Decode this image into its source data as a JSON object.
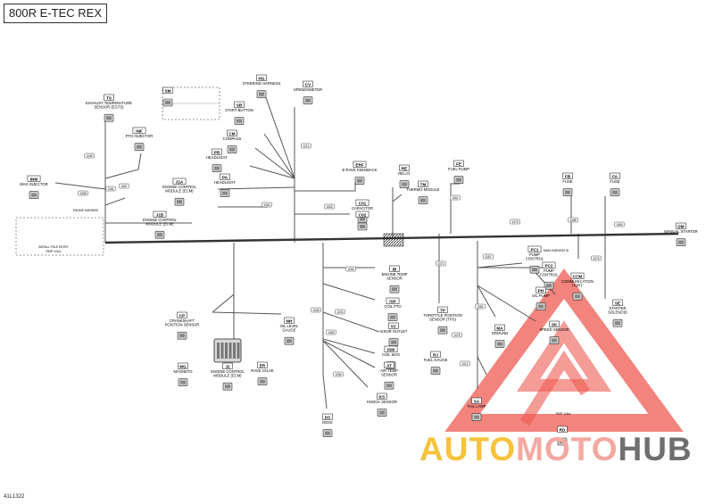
{
  "title": "800R E-TEC REX",
  "figure_number": "41L1322",
  "watermark": {
    "segments": [
      {
        "text": "AUTO",
        "color": "#f7c23c"
      },
      {
        "text": "MOTO",
        "color": "#f4a8a0"
      },
      {
        "text": "HUB",
        "color": "#6f6f6f"
      }
    ],
    "logo_color": "#ee5a52"
  },
  "components": [
    {
      "code": "HG",
      "label_lines": [
        "STEERING HARNESS"
      ]
    },
    {
      "code": "CV",
      "label_lines": [
        "SPEEDOMETER"
      ]
    },
    {
      "code": "SB",
      "label_lines": [
        "START BUTTON"
      ]
    },
    {
      "code": "SM",
      "label_lines": []
    },
    {
      "code": "TS",
      "label_lines": [
        "EXHAUST TEMPERATURE",
        "SENSOR (EGTS)"
      ]
    },
    {
      "code": "CM",
      "label_lines": [
        "COMPASS"
      ]
    },
    {
      "code": "INF",
      "label_lines": [
        "PTO INJECTOR"
      ]
    },
    {
      "code": "PB",
      "label_lines": [
        "HEADLIGHT"
      ]
    },
    {
      "code": "PA",
      "label_lines": [
        "HEADLIGHT"
      ]
    },
    {
      "code": "J1A",
      "label_lines": [
        "ENGINE CONTROL",
        "MODULE (ECM)"
      ]
    },
    {
      "code": "INM",
      "label_lines": [
        "MAG INJECTOR"
      ]
    },
    {
      "code": "J1B",
      "label_lines": [
        "ENGINE CONTROL",
        "MODULE (ECM)"
      ]
    },
    {
      "code": "ERF",
      "label_lines": [
        "E-RAVE FEEDBACK"
      ]
    },
    {
      "code": "RE",
      "label_lines": [
        "RELAY"
      ]
    },
    {
      "code": "TM",
      "label_lines": [
        "THERMO MODULE"
      ]
    },
    {
      "code": "FE",
      "label_lines": [
        "FUEL PUMP"
      ]
    },
    {
      "code": "FB",
      "label_lines": [
        "FUSE"
      ]
    },
    {
      "code": "FA",
      "label_lines": [
        "FUSE"
      ]
    },
    {
      "code": "DM",
      "label_lines": [
        "MANUAL STARTER"
      ]
    },
    {
      "code": "C01",
      "label_lines": [
        "CAPACITOR"
      ]
    },
    {
      "code": "C02",
      "label_lines": []
    },
    {
      "code": "PC1",
      "label_lines": [
        "PUMP",
        "CONTROL"
      ]
    },
    {
      "code": "PC2",
      "label_lines": [
        "PUMP",
        "CONTROL"
      ]
    },
    {
      "code": "CCM",
      "label_lines": [
        "COMMUNICATION",
        "PORT"
      ]
    },
    {
      "code": "PH",
      "label_lines": [
        "OIL PUMP"
      ]
    },
    {
      "code": "SE",
      "label_lines": [
        "STARTER",
        "SOLENOID"
      ]
    },
    {
      "code": "IB",
      "label_lines": [
        "ENGINE TEMP",
        "SENSOR"
      ]
    },
    {
      "code": "ISP",
      "label_lines": [
        "COIL PTO"
      ]
    },
    {
      "code": "TP",
      "label_lines": [
        "THROTTLE POSITION",
        "SENSOR (TPS)"
      ]
    },
    {
      "code": "CP",
      "label_lines": [
        "CRANKSHAFT",
        "POSITION SENSOR"
      ]
    },
    {
      "code": "NH",
      "label_lines": [
        "OIL LEVEL",
        "GAUGE"
      ]
    },
    {
      "code": "VC",
      "label_lines": [
        "VISOR OUTLET"
      ]
    },
    {
      "code": "ISM",
      "label_lines": [
        "COIL MAG"
      ]
    },
    {
      "code": "AT",
      "label_lines": [
        "AIR TEMP",
        "SENSOR"
      ]
    },
    {
      "code": "KS",
      "label_lines": [
        "KNOCK SENSOR"
      ]
    },
    {
      "code": "MA",
      "label_lines": [
        "GROUND"
      ]
    },
    {
      "code": "RJ",
      "label_lines": [
        "FUEL GAUGE"
      ]
    },
    {
      "code": "SK",
      "label_lines": [
        "SPEED SENSOR"
      ]
    },
    {
      "code": "MG",
      "label_lines": [
        "MAGNETO"
      ]
    },
    {
      "code": "J2",
      "label_lines": [
        "ENGINE CONTROL",
        "MODULE (ECM)"
      ]
    },
    {
      "code": "ER",
      "label_lines": [
        "RAVE VALVE"
      ]
    },
    {
      "code": "DS",
      "label_lines": [
        "DESS"
      ]
    },
    {
      "code": "SA",
      "label_lines": [
        "TAIL LAMP"
      ]
    },
    {
      "code": "RD",
      "label_lines": []
    }
  ],
  "detail_box": {
    "label_lines": [
      "INSTALL POLE ENTRY",
      "PART # 5xx"
    ]
  },
  "wire_ids": [
    "1049",
    "1165",
    "1058",
    "1087",
    "1063",
    "1212",
    "1053",
    "1094",
    "1048",
    "1203",
    "1096",
    "1089",
    "1062",
    "1079",
    "1088",
    "1076",
    "1069",
    "1157",
    "1070",
    "1081",
    "1075",
    "1012"
  ],
  "callout_texts": [
    "ENGINE HARNESS",
    "MAIN HARNESS ID",
    "PART # 5xx"
  ]
}
